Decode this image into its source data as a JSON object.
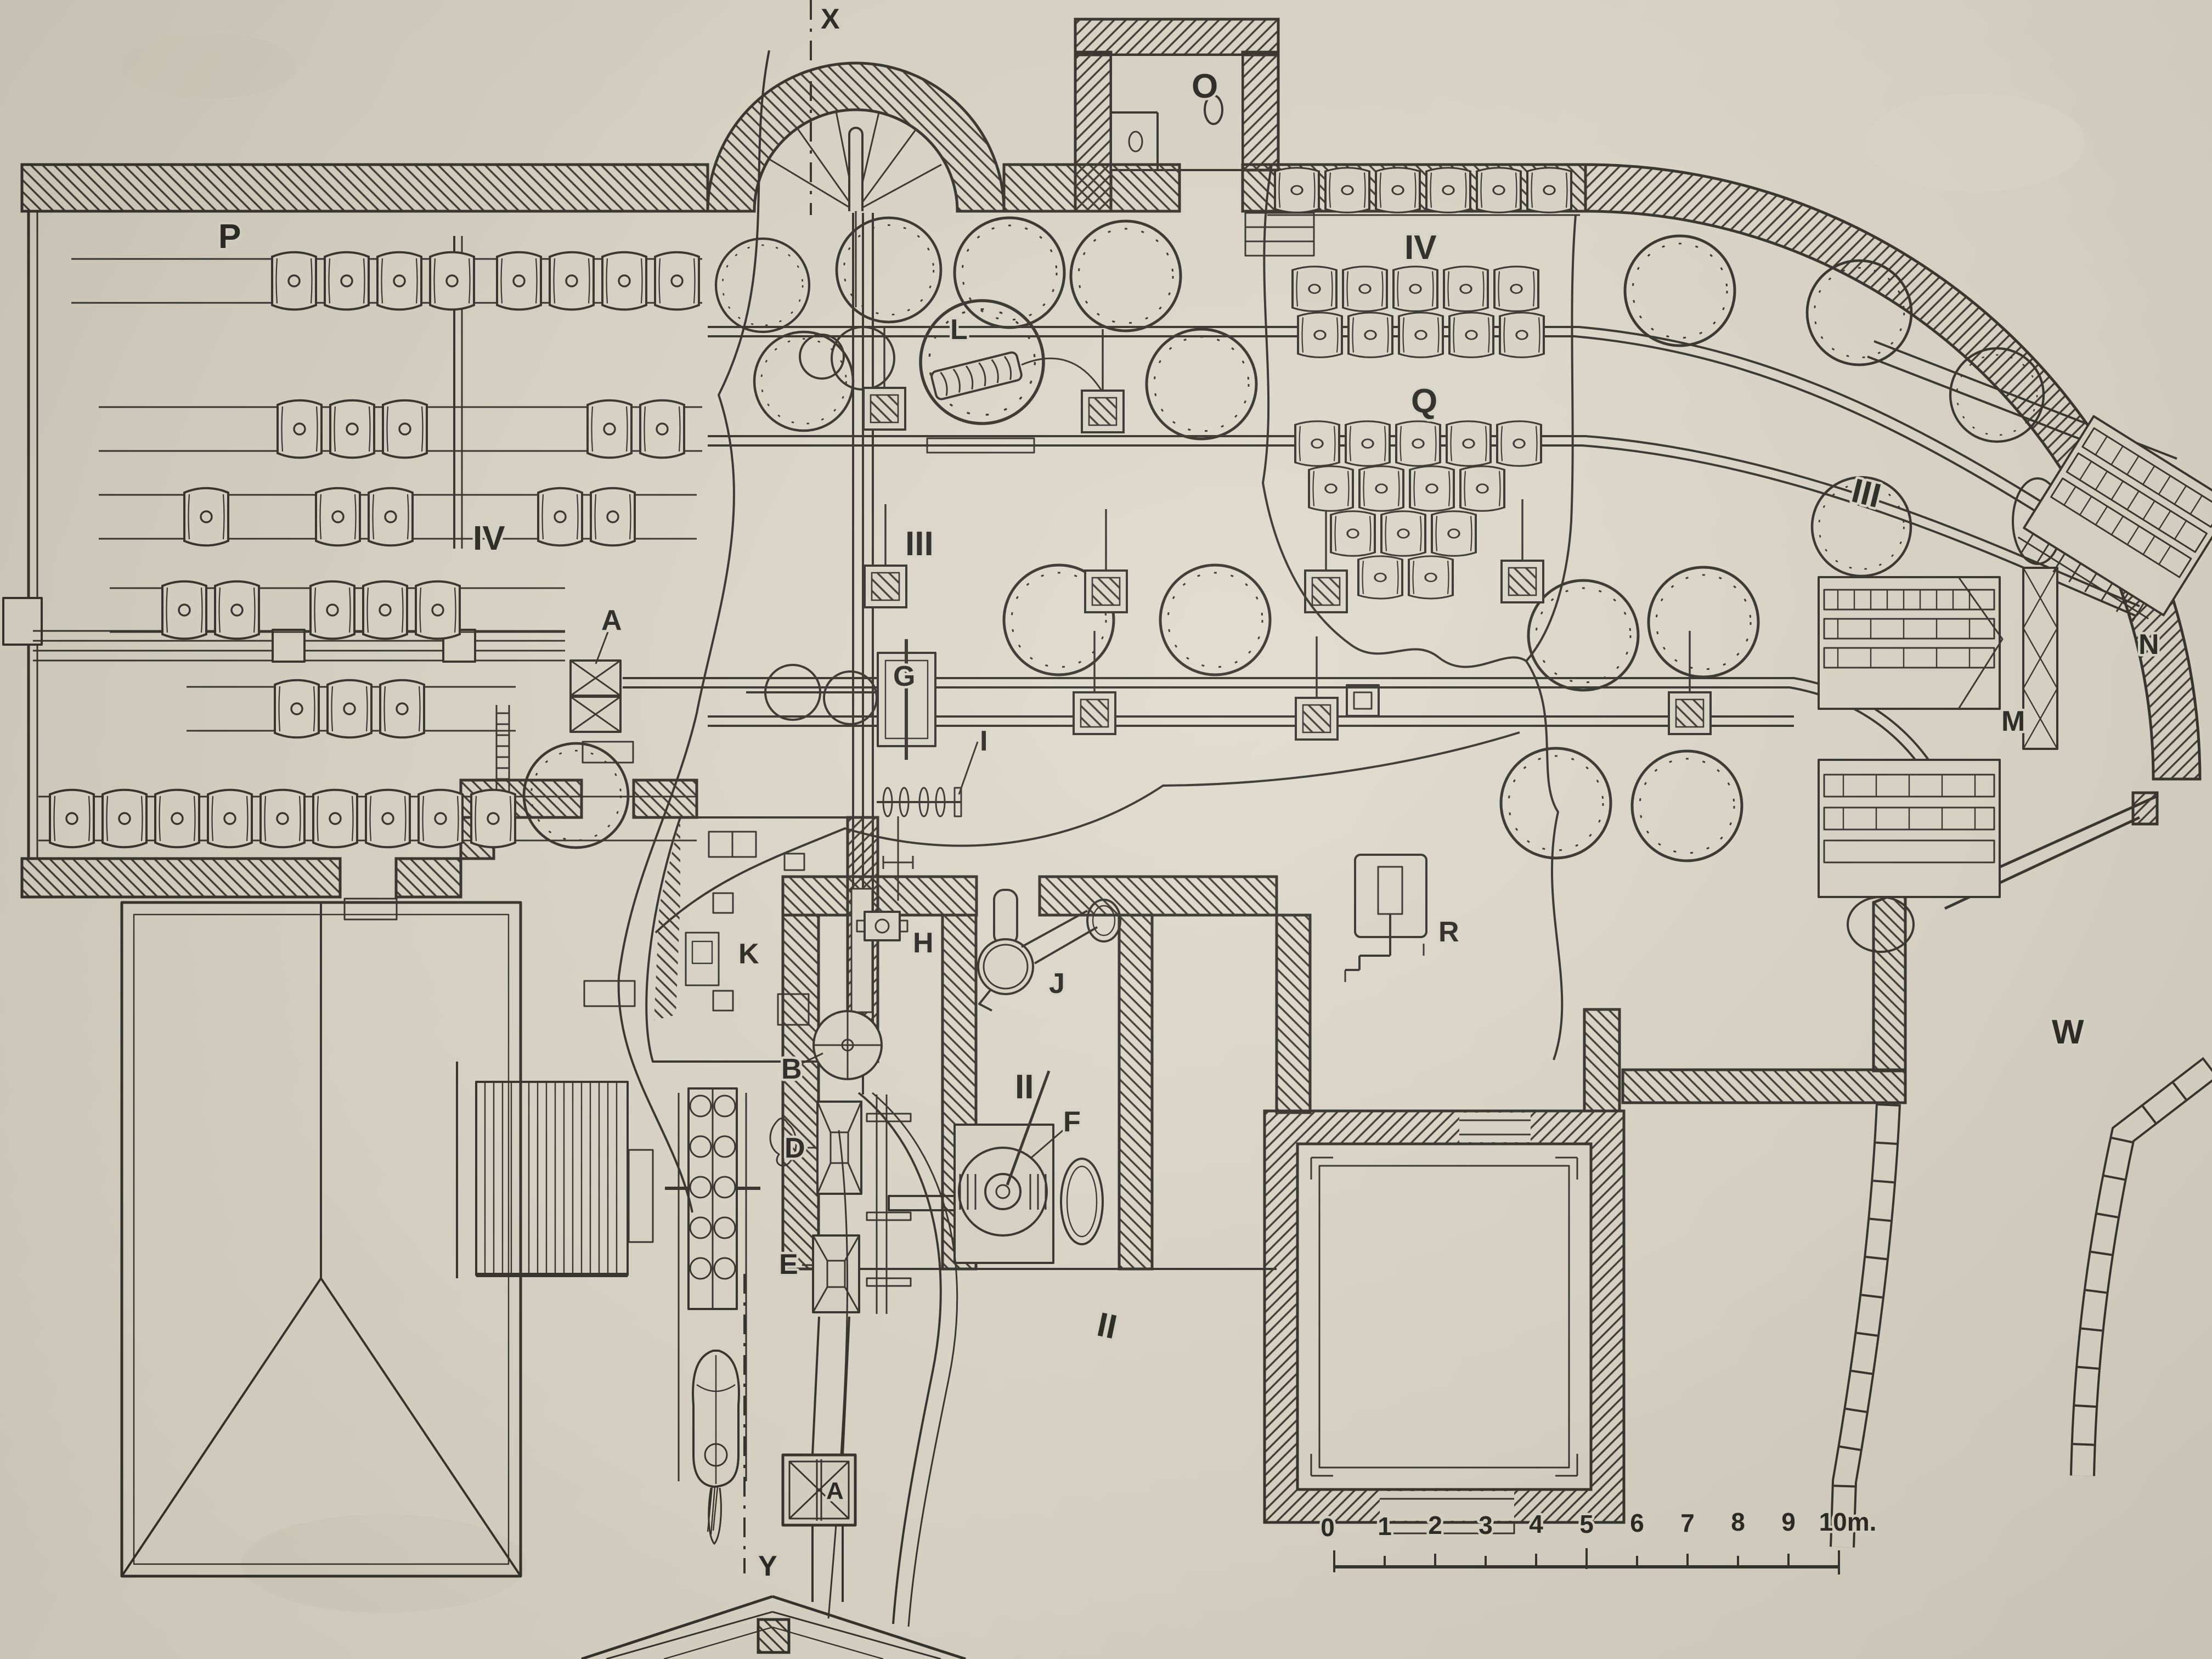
{
  "plan": {
    "type": "engraved-floor-plan",
    "colors": {
      "paper": "#d9d5c7",
      "ink": "#2f2c26"
    },
    "labels": {
      "section_top": "X",
      "section_bottom": "Y",
      "room_o": "O",
      "room_p": "P",
      "room_iv_left": "IV",
      "room_iv_right": "IV",
      "cellar_iii_center": "III",
      "cellar_iii_right": "III",
      "room_q": "Q",
      "machine_l": "L",
      "crossing_a_mid": "A",
      "crossing_a_bottom": "A",
      "machine_b": "B",
      "machine_d": "D",
      "machine_e": "E",
      "machine_f": "F",
      "machine_g": "G",
      "machine_h": "H",
      "machine_i": "I",
      "machine_j": "J",
      "room_k": "K",
      "machine_m": "M",
      "machine_n": "N",
      "machine_r": "R",
      "yard_w": "W",
      "room_ii_center": "II",
      "room_ii_bottom": "II"
    },
    "scale_bar": {
      "unit": "m",
      "ticks": [
        "0",
        "1",
        "2",
        "3",
        "4",
        "5",
        "6",
        "7",
        "8",
        "9",
        "10m."
      ]
    }
  }
}
